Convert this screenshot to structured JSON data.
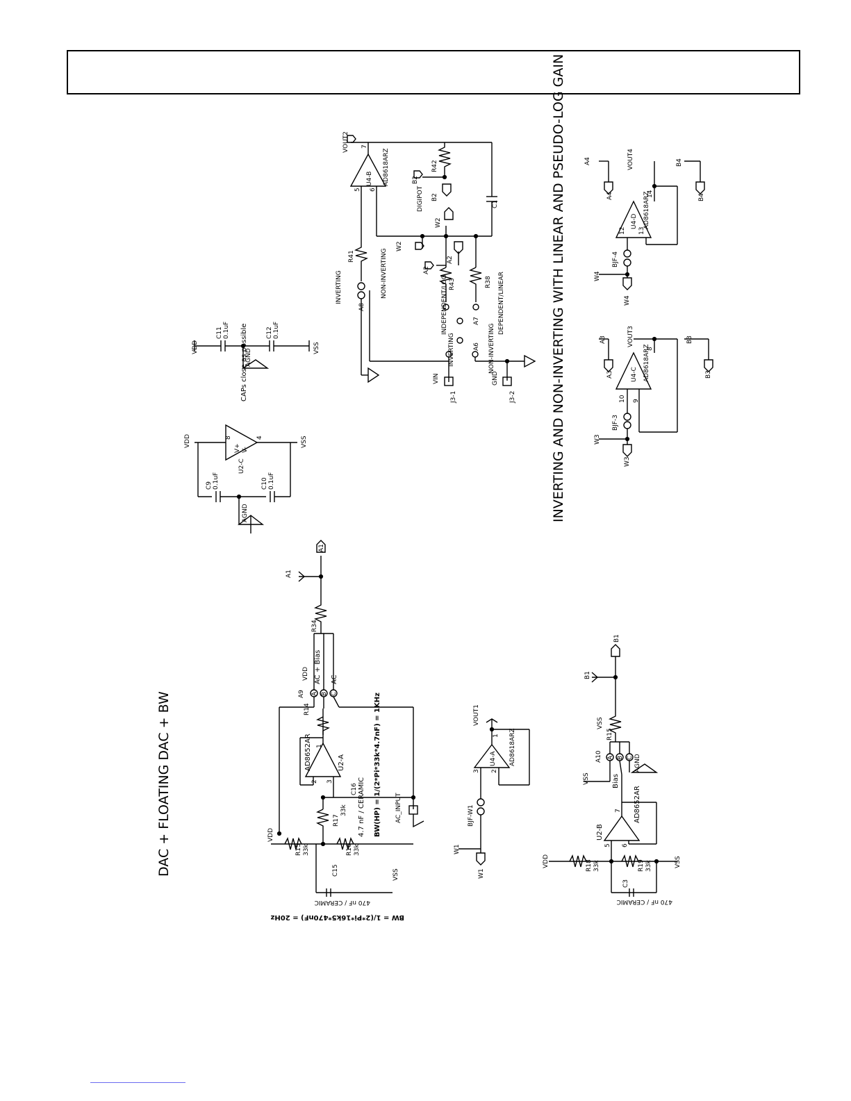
{
  "titles": {
    "left": "DAC + FLOATING DAC + BW",
    "right": "INVERTING AND NON-INVERTING WITH LINEAR AND PSEUDO-LOG GAIN"
  },
  "decoupling": {
    "u2c_ref": "U2-C",
    "pin8": "8",
    "pin4": "4",
    "vplus": "V+",
    "vminus": "V-",
    "vdd": "VDD",
    "vss": "VSS",
    "agnd": "AGND",
    "c9": "C9",
    "c9_val": "0.1uF",
    "c10": "C10",
    "c10_val": "0.1uF",
    "c11": "C11",
    "c11_val": "0.1uF",
    "c12": "C12",
    "c12_val": "0.1uF",
    "note": "CAPs close as possible"
  },
  "vout2": {
    "net": "VOUT2",
    "ref": "U4-B",
    "part": "AD8618ARZ",
    "pin7": "7",
    "pin5": "5",
    "pin6": "6",
    "r41": "R41",
    "r42": "R42",
    "r43": "R43",
    "r38": "R38",
    "c1": "C1",
    "b2": "B2",
    "w2": "W2",
    "a2": "A2",
    "digipot": "DIGIPOT",
    "a8": "A8",
    "a7": "A7",
    "a6": "A6",
    "inverting": "INVERTING",
    "non_inverting": "NON-INVERTING",
    "independent_log": "INDEPENDENT/LOG",
    "dependent_linear": "DEPENDENT/LINEAR",
    "vin": "VIN",
    "gnd": "GND",
    "j3_1": "J3-1",
    "j3_2": "J3-2"
  },
  "buffer3": {
    "net": "VOUT3",
    "ref": "U4-C",
    "part": "AD8618ARZ",
    "pin8": "8",
    "pin10": "10",
    "pin9": "9",
    "a3": "A3",
    "b3": "B3",
    "w3": "W3",
    "bjf": "BJF-3"
  },
  "buffer4": {
    "net": "VOUT4",
    "ref": "U4-D",
    "part": "AD8618ARZ",
    "pin14": "14",
    "pin12": "12",
    "pin13": "13",
    "a4": "A4",
    "b4": "B4",
    "w4": "W4",
    "bjf": "BJF-4"
  },
  "dac": {
    "u2a": "U2-A",
    "part": "AD8652AR",
    "pin1": "1",
    "pin2": "2",
    "pin3": "3",
    "r14": "R14",
    "r15": "R15",
    "r15_val": "33k",
    "r16": "R16",
    "r16_val": "33k",
    "r17": "R17",
    "r17_val": "33k",
    "r34": "R34",
    "c15": "C15",
    "c15_val": "470 nF / CERAMIC",
    "c16": "C16",
    "c16_val": "4.7 nF / CERAMIC",
    "a9": "A9",
    "vdd": "VDD",
    "vss": "VSS",
    "a1": "A1",
    "tap_a": "A",
    "tap_b": "B",
    "tap_c": "C",
    "ac_bias": "AC + Bias",
    "ac": "AC",
    "ac_input": "AC_INPUT",
    "bw_hp": "BW(HP) = 1/(2*Pi*33k*4.7nF) = 1KHz",
    "bw": "BW = 1/(2*Pi*16k5*470nF) = 20Hz"
  },
  "buffer1": {
    "net": "VOUT1",
    "ref": "U4-A",
    "part": "AD8618ARZ",
    "pin1": "1",
    "pin3": "3",
    "pin2": "2",
    "w1": "W1",
    "bjf": "BJF-W1"
  },
  "floating": {
    "u2b": "U2-B",
    "part": "AD8652AR",
    "pin5": "5",
    "pin6": "6",
    "pin7": "7",
    "r15": "R15",
    "r18": "R18",
    "r18_val": "33k",
    "r19": "R19",
    "r19_val": "33k",
    "c3": "C3",
    "c3_val": "470 nF / CERAMIC",
    "a10": "A10",
    "vss": "VSS",
    "vdd": "VDD",
    "b1": "B1",
    "bias": "Bias",
    "agnd": "AGND",
    "tap_a": "A",
    "tap_b": "B",
    "tap_c": "C"
  }
}
